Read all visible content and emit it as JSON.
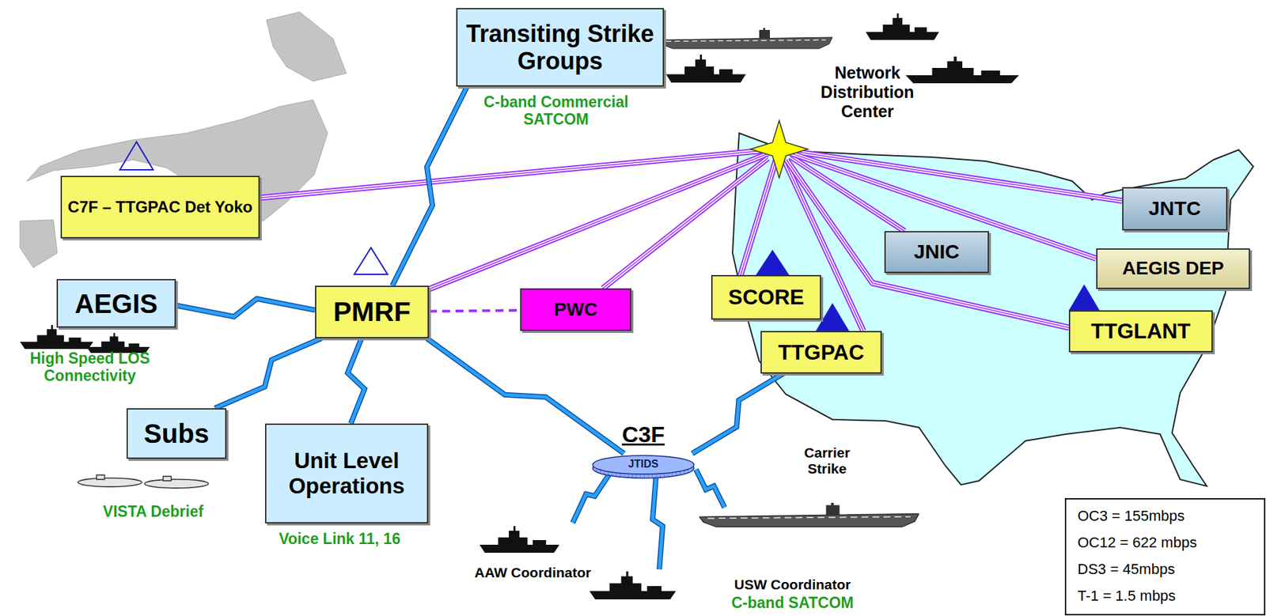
{
  "diagram": {
    "nodes": [
      {
        "text": [
          "Transiting Strike Groups"
        ]
      },
      {
        "text": [
          "C7F – TTGPAC Det Yoko"
        ]
      },
      {
        "text": [
          "AEGIS"
        ]
      },
      {
        "text": [
          "PMRF"
        ]
      },
      {
        "text": [
          "PWC"
        ]
      },
      {
        "text": [
          "SCORE"
        ]
      },
      {
        "text": [
          "TTGPAC"
        ]
      },
      {
        "text": [
          "JNIC"
        ]
      },
      {
        "text": [
          "JNTC"
        ]
      },
      {
        "text": [
          "AEGIS DEP"
        ]
      },
      {
        "text": [
          "TTGLANT"
        ]
      },
      {
        "text": [
          "Subs"
        ]
      },
      {
        "text": [
          "Unit Level Operations"
        ]
      },
      {
        "text": [
          "C3F",
          "JTIDS"
        ]
      },
      {
        "text": [
          "Network Distribution Center"
        ]
      }
    ],
    "edges": [
      {
        "from": 14,
        "to": 1,
        "arrow": "none"
      },
      {
        "from": 14,
        "to": 3,
        "arrow": "none"
      },
      {
        "from": 14,
        "to": 4,
        "arrow": "none"
      },
      {
        "from": 14,
        "to": 5,
        "arrow": "none"
      },
      {
        "from": 14,
        "to": 6,
        "arrow": "none"
      },
      {
        "from": 14,
        "to": 7,
        "arrow": "none"
      },
      {
        "from": 14,
        "to": 8,
        "arrow": "none"
      },
      {
        "from": 14,
        "to": 9,
        "arrow": "none"
      },
      {
        "from": 14,
        "to": 10,
        "arrow": "none"
      },
      {
        "from": 3,
        "to": 0,
        "arrow": "none"
      },
      {
        "from": 3,
        "to": 2,
        "arrow": "none"
      },
      {
        "from": 3,
        "to": 11,
        "arrow": "none"
      },
      {
        "from": 3,
        "to": 12,
        "arrow": "none"
      },
      {
        "from": 3,
        "to": 13,
        "arrow": "none"
      },
      {
        "from": 13,
        "to": 6,
        "arrow": "none"
      },
      {
        "from": 3,
        "to": 4,
        "arrow": "none"
      }
    ],
    "labels": [
      "C-band Commercial SATCOM",
      "High Speed LOS Connectivity",
      "VISTA Debrief",
      "Voice Link 11, 16",
      "Carrier Strike",
      "AAW Coordinator",
      "USW Coordinator",
      "C-band SATCOM",
      "OC3 = 155mbps",
      "OC12 = 622 mbps",
      "DS3 = 45mbps",
      "T-1 = 1.5 mbps"
    ]
  }
}
